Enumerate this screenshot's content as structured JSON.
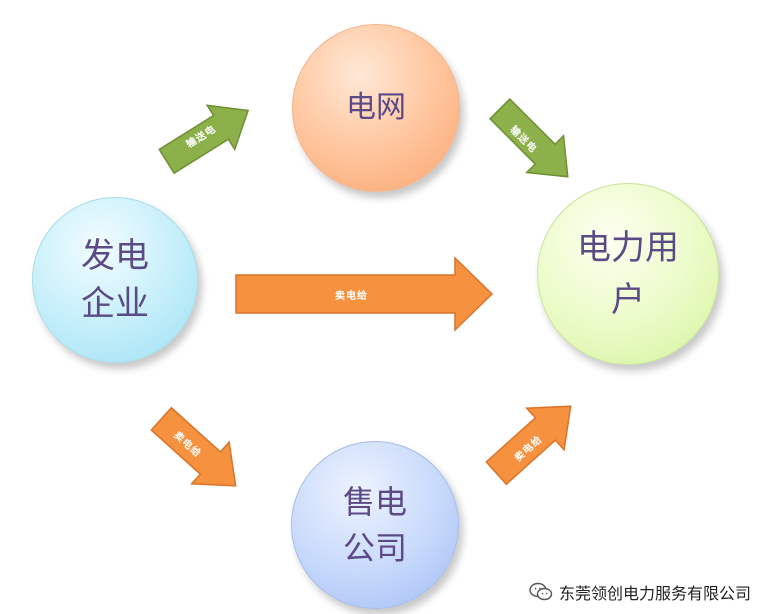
{
  "nodes": {
    "grid": "电网",
    "generator": "发电\n企业",
    "user": "电力用\n户",
    "retailer": "售电\n公司"
  },
  "arrows": {
    "gen_to_grid": "输送电",
    "grid_to_user": "输送电",
    "gen_to_user": "卖电给",
    "gen_to_retailer": "卖电给",
    "retailer_to_user": "卖电给"
  },
  "colors": {
    "green_arrow": "#8cb04a",
    "orange_arrow": "#f6913f"
  },
  "watermark": {
    "text": "东莞领创电力服务有限公司",
    "icon": "wechat-icon"
  }
}
